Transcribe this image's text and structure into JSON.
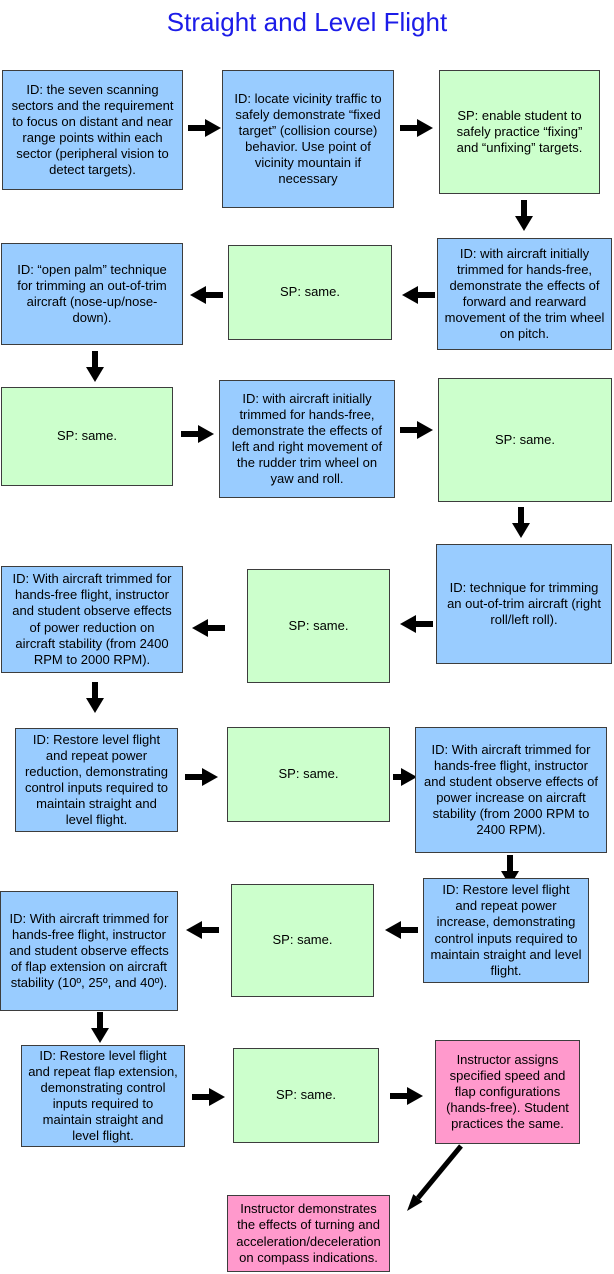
{
  "title": "Straight and Level Flight",
  "colors": {
    "id_box_fill": "#99CCFF",
    "sp_box_fill": "#CCFFCC",
    "instructor_box_fill": "#FF99CC",
    "box_border": "#3d3d3d",
    "title_text": "#1c1ce8",
    "arrow": "#000000"
  },
  "nodes": {
    "scanning_sectors": {
      "type": "ID",
      "label": "ID: the seven scanning sectors and the requirement to focus on distant and near range points within each sector (peripheral vision to detect targets)."
    },
    "locate_vicinity_traffic": {
      "type": "ID",
      "label": "ID: locate vicinity traffic to safely demonstrate “fixed target” (collision course) behavior.  Use point of vicinity mountain if necessary"
    },
    "sp_enable_student": {
      "type": "SP",
      "label": "SP: enable student to safely practice “fixing” and “unfixing” targets."
    },
    "trim_wheel_pitch": {
      "type": "ID",
      "label": "ID: with aircraft initially trimmed for hands-free, demonstrate the effects of forward and rearward movement of the trim wheel on pitch."
    },
    "sp_same_1": {
      "type": "SP",
      "label": "SP: same."
    },
    "open_palm": {
      "type": "ID",
      "label": "ID: “open palm” technique for trimming an out-of-trim aircraft (nose-up/nose-down)."
    },
    "sp_same_2": {
      "type": "SP",
      "label": "SP: same."
    },
    "rudder_trim": {
      "type": "ID",
      "label": "ID: with aircraft initially trimmed for hands-free, demonstrate the effects of left  and right movement of the rudder trim wheel on yaw and roll."
    },
    "sp_same_3": {
      "type": "SP",
      "label": "SP: same."
    },
    "trim_right_roll": {
      "type": "ID",
      "label": "ID: technique for trimming an out-of-trim aircraft (right roll/left roll)."
    },
    "sp_same_4": {
      "type": "SP",
      "label": "SP: same."
    },
    "power_reduction": {
      "type": "ID",
      "label": "ID: With aircraft trimmed for hands-free flight, instructor and student observe effects of power reduction on aircraft stability (from 2400 RPM to 2000 RPM)."
    },
    "restore_power_reduction": {
      "type": "ID",
      "label": "ID: Restore level flight and repeat power reduction, demonstrating control inputs required to maintain straight and level flight."
    },
    "sp_same_5": {
      "type": "SP",
      "label": "SP: same."
    },
    "power_increase": {
      "type": "ID",
      "label": "ID: With aircraft trimmed for hands-free flight, instructor and student observe effects of power increase on aircraft stability (from 2000 RPM to 2400 RPM)."
    },
    "restore_power_increase": {
      "type": "ID",
      "label": "ID: Restore level flight and repeat power increase, demonstrating control inputs required to maintain straight and level flight."
    },
    "sp_same_6": {
      "type": "SP",
      "label": "SP: same."
    },
    "flap_extension": {
      "type": "ID",
      "label": "ID: With aircraft trimmed for hands-free flight, instructor and student observe effects of flap extension on aircraft stability (10º, 25º, and 40º)."
    },
    "restore_flap_extension": {
      "type": "ID",
      "label": "ID: Restore level flight and repeat flap extension, demonstrating control inputs required to maintain straight and level flight."
    },
    "sp_same_7": {
      "type": "SP",
      "label": "SP: same."
    },
    "instructor_assigns": {
      "type": "Instructor",
      "label": "Instructor assigns specified speed and flap configurations (hands-free).  Student practices the same."
    },
    "compass_demo": {
      "type": "Instructor",
      "label": "Instructor demonstrates the effects of turning and acceleration/deceleration on compass indications."
    }
  }
}
